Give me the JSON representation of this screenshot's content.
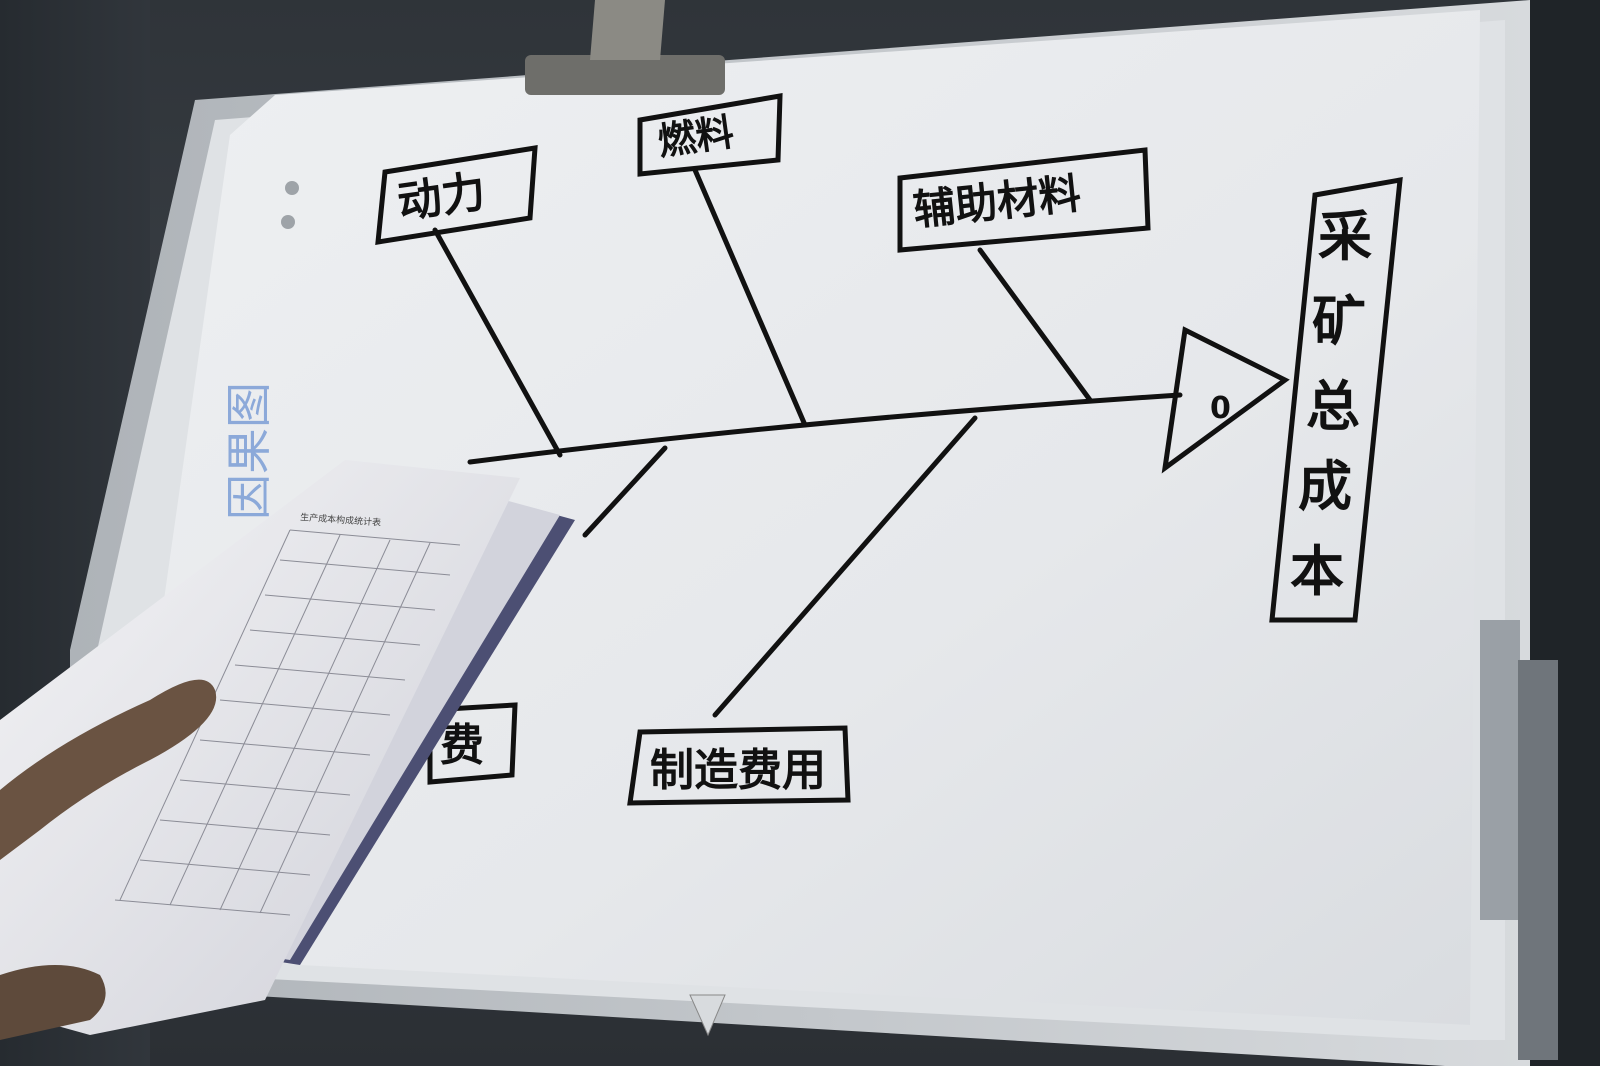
{
  "diagram": {
    "head_label": "采矿总成本",
    "head_chars": [
      "采",
      "矿",
      "总",
      "成",
      "本"
    ],
    "head_mark": "0",
    "top_causes": [
      {
        "label": "动力"
      },
      {
        "label": "燃料"
      },
      {
        "label": "辅助材料"
      }
    ],
    "bottom_causes": [
      {
        "label": "费"
      },
      {
        "label": "制造费用"
      }
    ],
    "side_fragment": "因果图"
  },
  "colors": {
    "board_frame": "#c8ccd0",
    "paper": "#e9ebee",
    "ink": "#111111",
    "background": "#2f3439"
  },
  "handout": {
    "title": "生产成本构成统计表"
  }
}
